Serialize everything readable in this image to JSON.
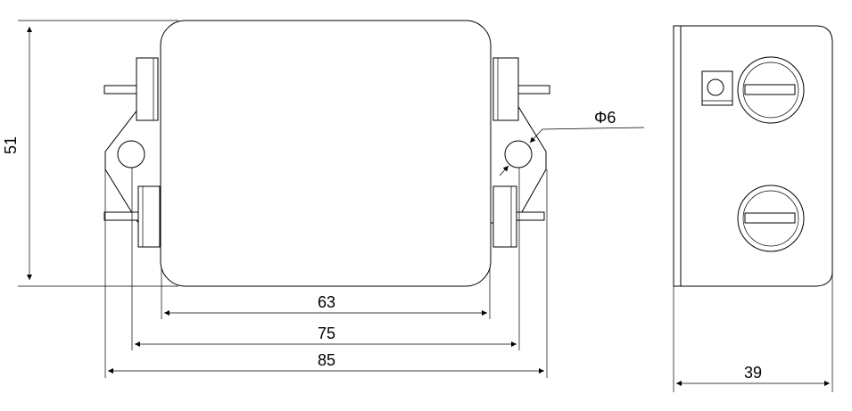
{
  "dimensions": {
    "height": "51",
    "mount_inner": "63",
    "mount_hole": "75",
    "overall_width": "85",
    "hole_diameter": "Φ6",
    "depth": "39"
  }
}
